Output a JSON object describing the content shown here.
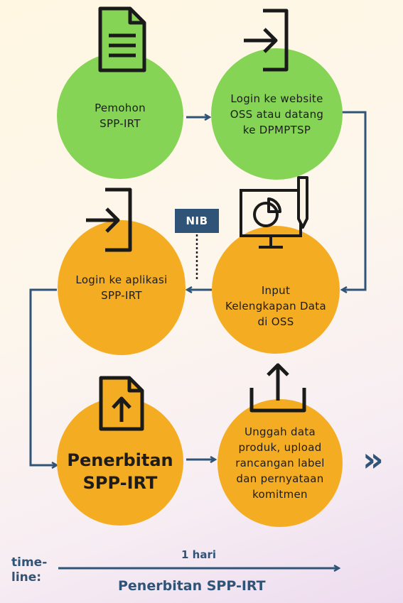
{
  "steps": [
    {
      "label": "Pemohon\nSPP-IRT"
    },
    {
      "label": "Login ke website\nOSS atau datang\nke DPMPTSP"
    },
    {
      "label": "Login ke aplikasi\nSPP-IRT"
    },
    {
      "label": "Input\nKelengkapan Data\ndi OSS"
    },
    {
      "label": "Penerbitan\nSPP-IRT"
    },
    {
      "label": "Unggah data\nproduk, upload\nrancangan label\ndan pernyataan\nkomitmen"
    }
  ],
  "nib": "NIB",
  "next_icon": "»",
  "timeline": {
    "label": "time-\nline:",
    "duration": "1 hari",
    "title": "Penerbitan SPP-IRT"
  },
  "colors": {
    "green": "#86d455",
    "orange": "#f4ad22",
    "navy": "#2f5477",
    "ink": "#1a1a1a"
  }
}
